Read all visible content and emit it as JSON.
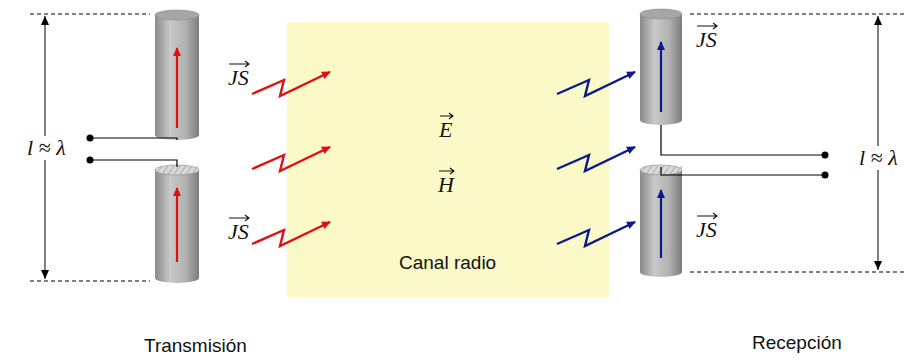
{
  "diagram": {
    "nodes": [
      {
        "text": [
          "E",
          "H",
          "Canal radio"
        ]
      }
    ],
    "labels": [
      "l ≈ λ",
      "JS",
      "JS",
      "JS",
      "JS",
      "l ≈ λ",
      "Transmisión",
      "Recepción"
    ]
  }
}
